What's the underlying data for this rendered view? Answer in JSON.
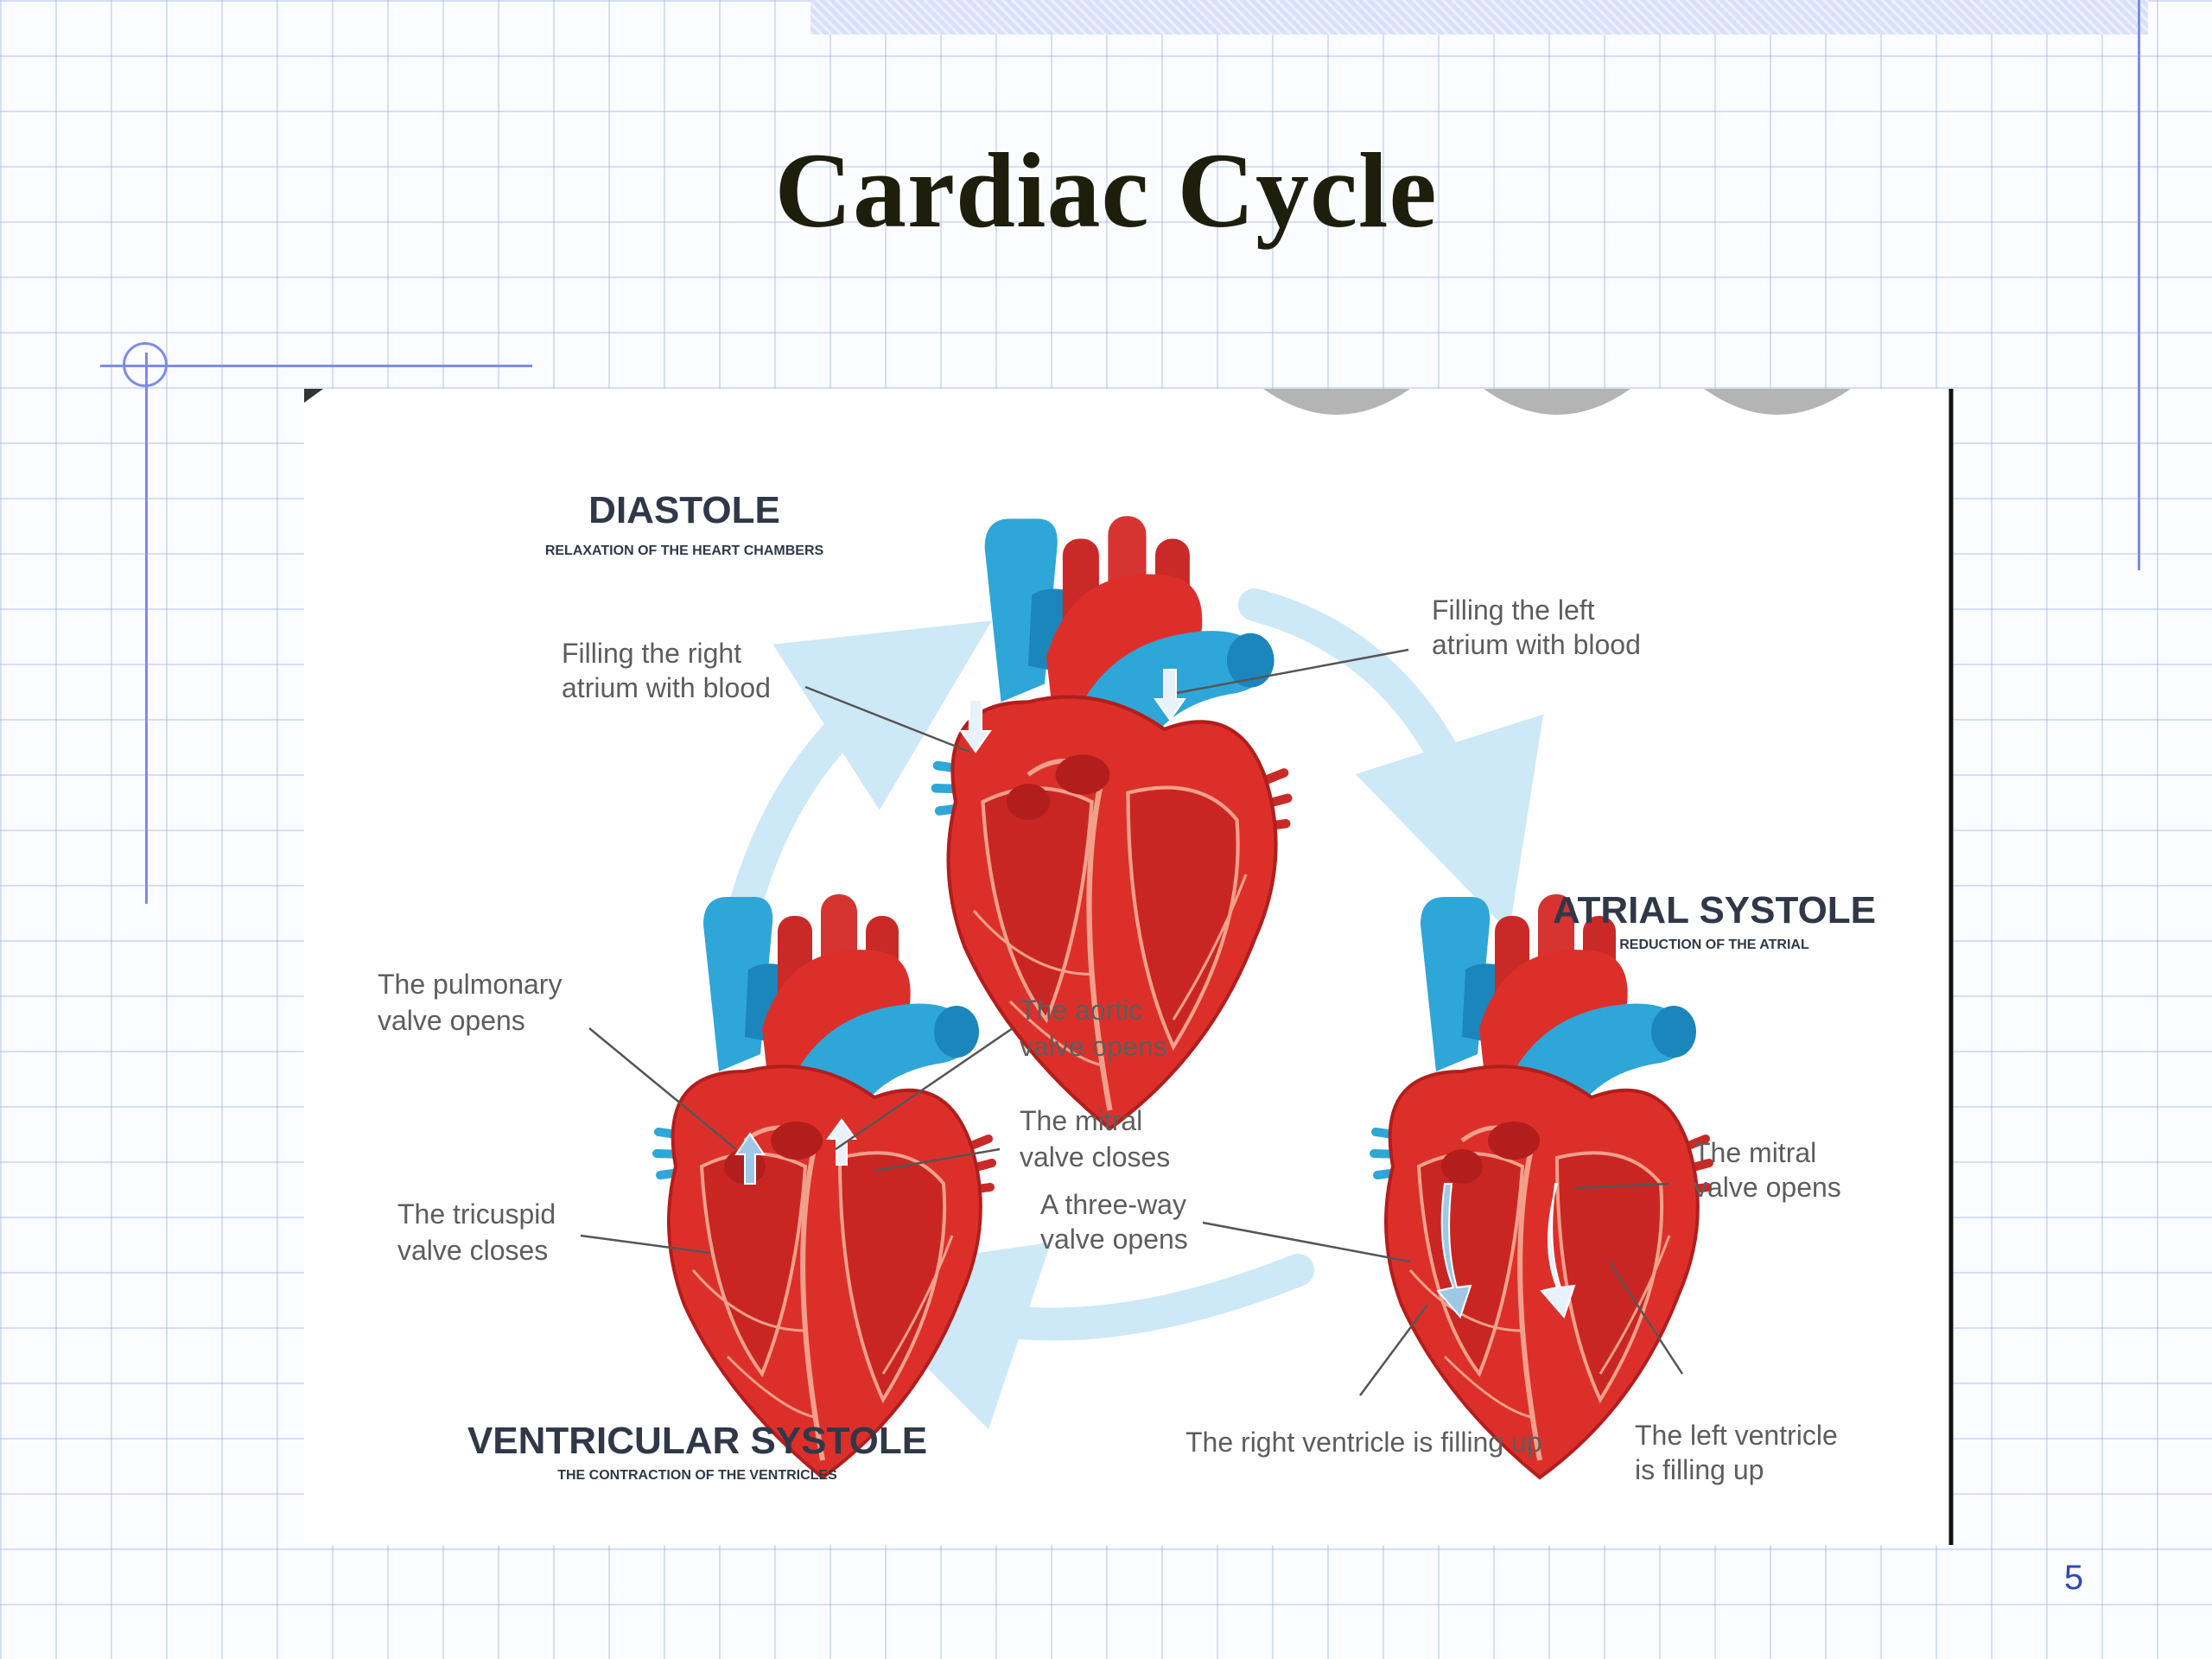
{
  "slide": {
    "title": "Cardiac Cycle",
    "page_number": "5"
  },
  "diagram": {
    "phases": [
      {
        "name": "DIASTOLE",
        "subtitle": "RELAXATION OF THE HEART CHAMBERS",
        "labels": [
          [
            "Filling the right",
            "atrium with blood"
          ],
          [
            "Filling the left",
            "atrium with blood"
          ]
        ]
      },
      {
        "name": "ATRIAL SYSTOLE",
        "subtitle": "REDUCTION OF THE ATRIAL",
        "labels": [
          [
            "The mitral",
            "valve opens"
          ],
          [
            "A three-way",
            "valve opens"
          ],
          [
            "The right ventricle is filling up"
          ],
          [
            "The left ventricle",
            "is filling up"
          ]
        ]
      },
      {
        "name": "VENTRICULAR SYSTOLE",
        "subtitle": "THE CONTRACTION OF THE VENTRICLES",
        "labels": [
          [
            "The pulmonary",
            "valve opens"
          ],
          [
            "The aortic",
            "valve opens"
          ],
          [
            "The mitral",
            "valve closes"
          ],
          [
            "The tricuspid",
            "valve closes"
          ]
        ]
      }
    ]
  },
  "colors": {
    "title": "#1e1e0c",
    "grid_line": "#96a5e6",
    "accent_line": "#7d8ce8",
    "heart_red": "#dd2f2a",
    "heart_dark_red": "#b21e1c",
    "vessel_blue": "#2fa6d8",
    "cycle_arrow": "#cde8f6",
    "page_number": "#2c4bb0"
  }
}
